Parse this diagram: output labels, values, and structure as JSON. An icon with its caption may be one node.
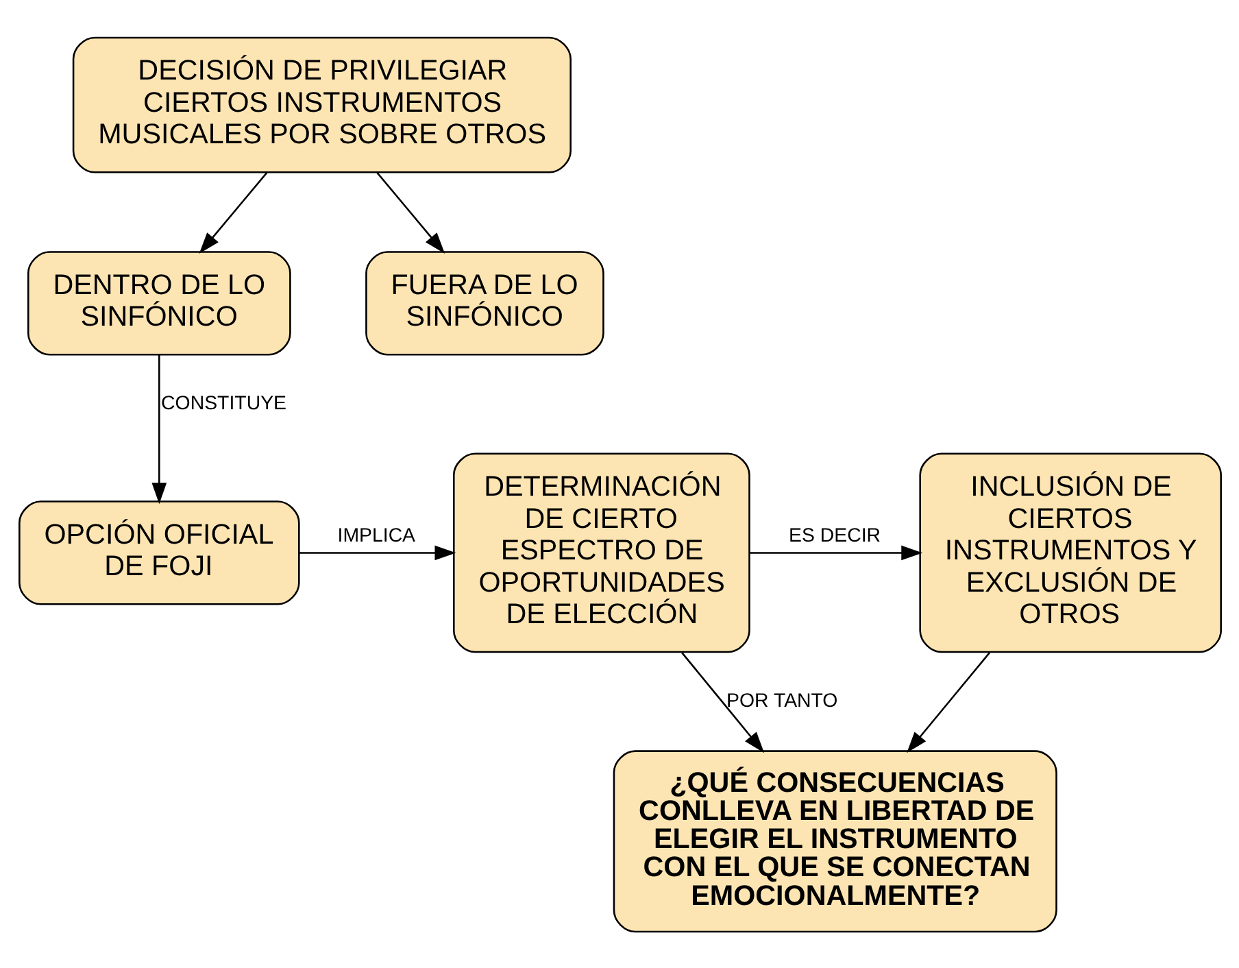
{
  "diagram": {
    "nodes": [
      {
        "text": [
          "DECISIÓN DE PRIVILEGIAR CIERTOS INSTRUMENTOS MUSICALES POR SOBRE OTROS"
        ]
      },
      {
        "text": [
          "DENTRO DE LO SINFÓNICO"
        ]
      },
      {
        "text": [
          "FUERA DE LO SINFÓNICO"
        ]
      },
      {
        "text": [
          "OPCIÓN OFICIAL DE FOJI"
        ]
      },
      {
        "text": [
          "DETERMINACIÓN DE CIERTO ESPECTRO DE OPORTUNIDADES DE ELECCIÓN"
        ]
      },
      {
        "text": [
          "INCLUSIÓN DE CIERTOS INSTRUMENTOS Y EXCLUSIÓN DE OTROS"
        ]
      },
      {
        "text": [
          "¿QUÉ CONSECUENCIAS CONLLEVA EN LIBERTAD DE ELEGIR EL INSTRUMENTO CON EL QUE SE CONECTAN EMOCIONALMENTE?"
        ]
      }
    ],
    "edges": [
      {
        "from": 0,
        "to": 1,
        "arrow": "to"
      },
      {
        "from": 0,
        "to": 2,
        "arrow": "to"
      },
      {
        "from": 1,
        "to": 3,
        "arrow": "to",
        "label": "CONSTITUYE"
      },
      {
        "from": 3,
        "to": 4,
        "arrow": "to",
        "label": "IMPLICA"
      },
      {
        "from": 4,
        "to": 5,
        "arrow": "to",
        "label": "ES DECIR"
      },
      {
        "from": 4,
        "to": 6,
        "arrow": "to",
        "label": "POR TANTO"
      },
      {
        "from": 5,
        "to": 6,
        "arrow": "to"
      }
    ]
  }
}
